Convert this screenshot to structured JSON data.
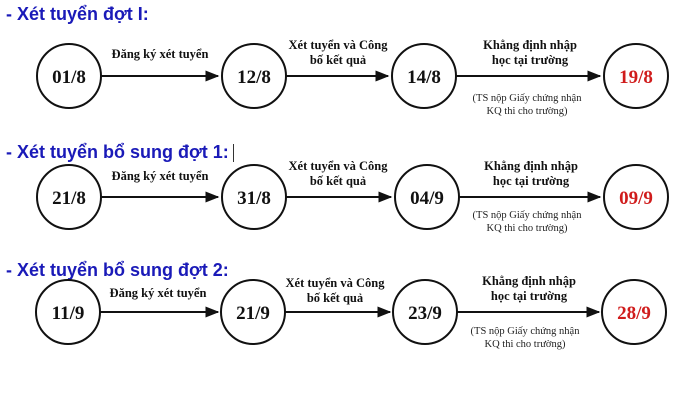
{
  "colors": {
    "heading": "#1a1ab8",
    "final_date": "#d01c1c",
    "default_text": "#111111"
  },
  "rounds": [
    {
      "title": "- Xét tuyển đợt I:",
      "dates": [
        "01/8",
        "12/8",
        "14/8",
        "19/8"
      ],
      "steps": [
        {
          "line1": "Đăng ký xét tuyển",
          "line2": ""
        },
        {
          "line1": "Xét tuyển và Công",
          "line2": "bố kết quả"
        },
        {
          "line1": "Khẳng định nhập",
          "line2": "học tại trường"
        }
      ],
      "note": {
        "line1": "(TS nộp Giấy chứng nhận",
        "line2": "KQ thi cho trường)"
      }
    },
    {
      "title": "- Xét tuyển bổ sung đợt 1:",
      "dates": [
        "21/8",
        "31/8",
        "04/9",
        "09/9"
      ],
      "steps": [
        {
          "line1": "Đăng ký xét tuyển",
          "line2": ""
        },
        {
          "line1": "Xét tuyển và Công",
          "line2": "bố kết quả"
        },
        {
          "line1": "Khẳng định nhập",
          "line2": "học tại trường"
        }
      ],
      "note": {
        "line1": "(TS nộp Giấy chứng nhận",
        "line2": "KQ thi cho trường)"
      }
    },
    {
      "title": "- Xét tuyển bổ sung đợt 2:",
      "dates": [
        "11/9",
        "21/9",
        "23/9",
        "28/9"
      ],
      "steps": [
        {
          "line1": "Đăng ký xét tuyển",
          "line2": ""
        },
        {
          "line1": "Xét tuyển và Công",
          "line2": "bố kết quả"
        },
        {
          "line1": "Khẳng định nhập",
          "line2": "học tại trường"
        }
      ],
      "note": {
        "line1": "(TS nộp Giấy chứng nhận",
        "line2": "KQ thi cho trường)"
      }
    }
  ]
}
